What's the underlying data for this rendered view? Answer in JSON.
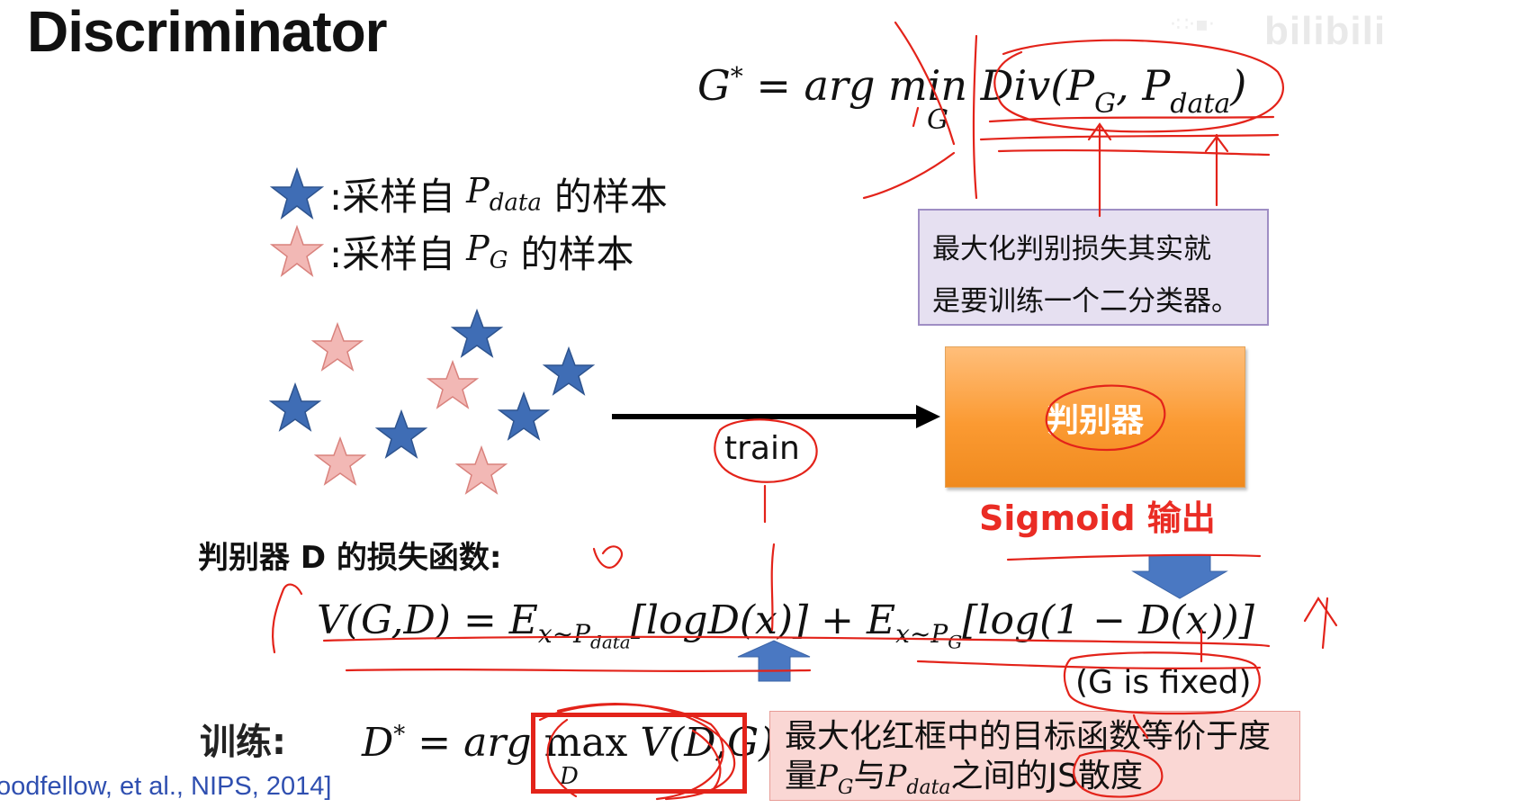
{
  "title": "Discriminator",
  "watermark": "bilibili",
  "objective": {
    "lhs": "G",
    "lhs_sup": "*",
    "op": "= arg min",
    "under": "G",
    "div": "Div",
    "p_g": "P",
    "p_g_sub": "G",
    "p_data": "P",
    "p_data_sub": "data"
  },
  "legend": {
    "real_prefix": ":采样自",
    "real_dist": "P",
    "real_dist_sub": "data",
    "real_suffix": "的样本",
    "fake_prefix": ":采样自",
    "fake_dist": "P",
    "fake_dist_sub": "G",
    "fake_suffix": "的样本",
    "real_color": "#3f6db5",
    "fake_color": "#f2b8b5"
  },
  "note_box": {
    "line1": "最大化判别损失其实就",
    "line2": "是要训练一个二分类器。"
  },
  "discriminator_box": {
    "label": "判别器",
    "color": "#f9a144"
  },
  "train_label": "train",
  "sigmoid_label": "Sigmoid 输出",
  "loss_title": "判别器 D 的损失函数:",
  "value_function": {
    "lhs": "V(G,D) = E",
    "e1_sub": "x~P",
    "e1_subsub": "data",
    "term1": "[logD(x)] + E",
    "e2_sub": "x~P",
    "e2_subsub": "G",
    "term2": "[log(1 − D(x))]"
  },
  "fixed_note": "(G is fixed)",
  "training": {
    "label": "训练:",
    "lhs": "D",
    "lhs_sup": "*",
    "op": "= arg",
    "max": "max",
    "under": "D",
    "rhs": "V(D,G)"
  },
  "pink_box": {
    "line1": "最大化红框中的目标函数等价于度",
    "line2_a": "量",
    "pg": "P",
    "pg_sub": "G",
    "line2_b": "与",
    "pdata": "P",
    "pdata_sub": "data",
    "line2_c": "之间的JS散度"
  },
  "citation": "oodfellow, et al., NIPS, 2014]",
  "annotation_color": "#e3231a",
  "arrow_color": "#4a78c2"
}
